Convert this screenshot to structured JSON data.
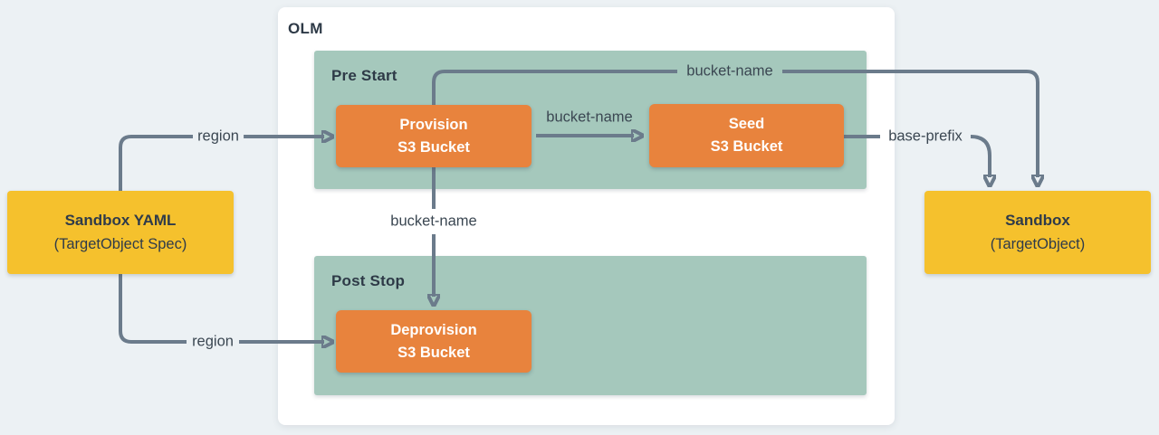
{
  "diagram": {
    "panel": {
      "title": "OLM"
    },
    "groups": {
      "pre_start": {
        "label": "Pre Start"
      },
      "post_stop": {
        "label": "Post Stop"
      }
    },
    "nodes": {
      "sandbox_yaml": {
        "title": "Sandbox YAML",
        "subtitle": "(TargetObject Spec)"
      },
      "provision": {
        "line1": "Provision",
        "line2": "S3 Bucket"
      },
      "seed": {
        "line1": "Seed",
        "line2": "S3 Bucket"
      },
      "deprovision": {
        "line1": "Deprovision",
        "line2": "S3 Bucket"
      },
      "sandbox": {
        "title": "Sandbox",
        "subtitle": "(TargetObject)"
      }
    },
    "edge_labels": {
      "region_top": "region",
      "region_bottom": "region",
      "bucket_name_mid": "bucket-name",
      "bucket_name_top": "bucket-name",
      "bucket_name_vertical": "bucket-name",
      "base_prefix": "base-prefix"
    },
    "colors": {
      "background": "#ECF1F4",
      "panel": "#FFFFFF",
      "group_fill": "#A5C8BC",
      "action_node_fill": "#E8833D",
      "io_node_fill": "#F5C12D",
      "edge_line": "#6B7B8B",
      "text_dark": "#2E3A47",
      "text_light": "#FFFFFF"
    }
  }
}
